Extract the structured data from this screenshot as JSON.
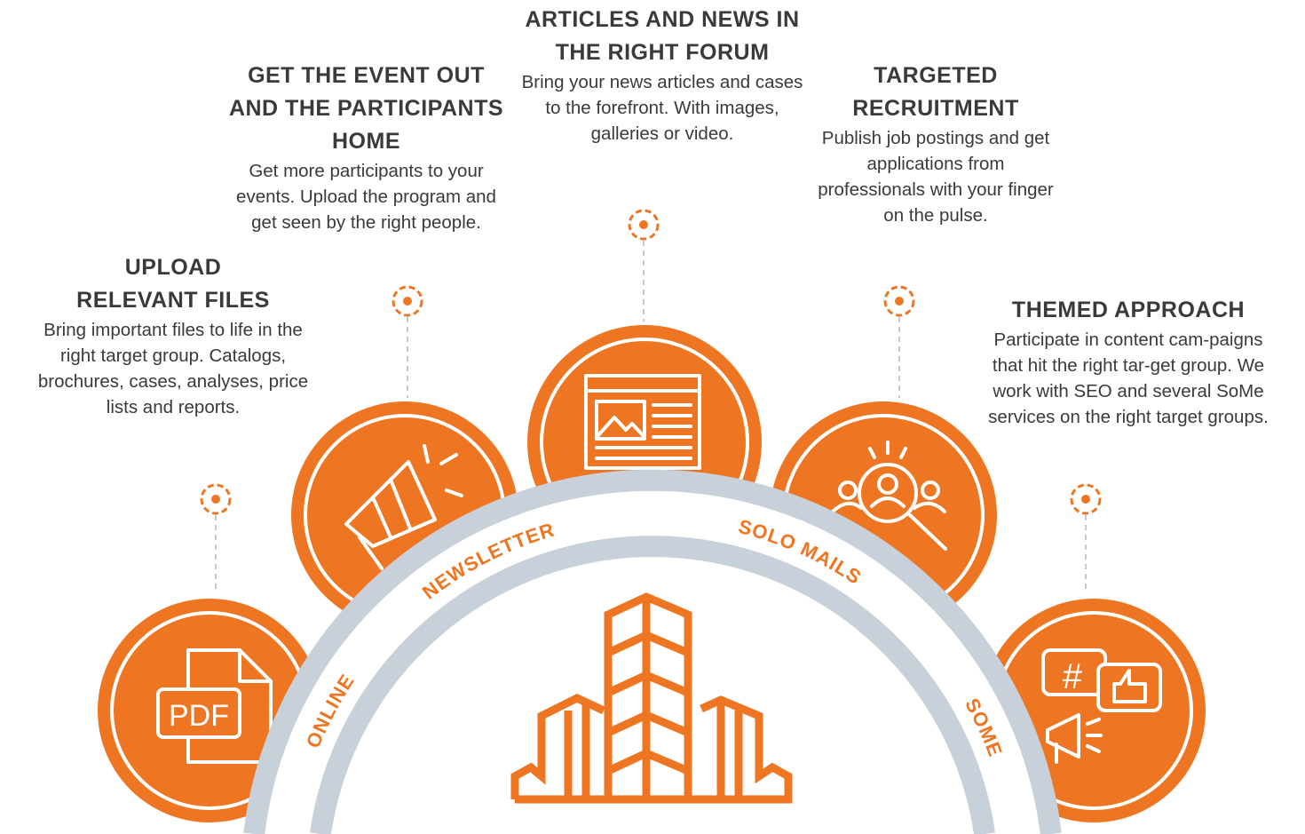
{
  "colors": {
    "accent": "#ee7623",
    "ring": "#c8d0d9",
    "text": "#3a3a3a"
  },
  "features": [
    {
      "id": "files",
      "title_lines": [
        "UPLOAD",
        "RELEVANT FILES"
      ],
      "body": "Bring important files to life in the right target group. Catalogs, brochures, cases, analyses, price lists and reports.",
      "icon": "pdf-file-icon",
      "icon_text": "PDF"
    },
    {
      "id": "event",
      "title_lines": [
        "GET THE EVENT OUT",
        "AND THE PARTICIPANTS",
        "HOME"
      ],
      "body": "Get more participants to your events. Upload the program and get seen by the right people.",
      "icon": "megaphone-icon"
    },
    {
      "id": "articles",
      "title_lines": [
        "ARTICLES AND NEWS IN",
        "THE RIGHT FORUM"
      ],
      "body": "Bring your news articles and cases to the forefront. With images, galleries or video.",
      "icon": "article-webpage-icon"
    },
    {
      "id": "recruitment",
      "title_lines": [
        "TARGETED",
        "RECRUITMENT"
      ],
      "body": "Publish job postings and get applications from professionals with your finger on the pulse.",
      "icon": "people-search-icon"
    },
    {
      "id": "themed",
      "title_lines": [
        "THEMED APPROACH"
      ],
      "body": "Participate in content cam-paigns that hit the right tar-get group. We work with SEO and several SoMe services on the right target groups.",
      "icon": "social-media-icon",
      "icon_text": "#"
    }
  ],
  "channels": [
    "ONLINE",
    "NEWSLETTER",
    "SOLO MAILS",
    "SOME"
  ],
  "center_icon": "office-buildings-icon"
}
